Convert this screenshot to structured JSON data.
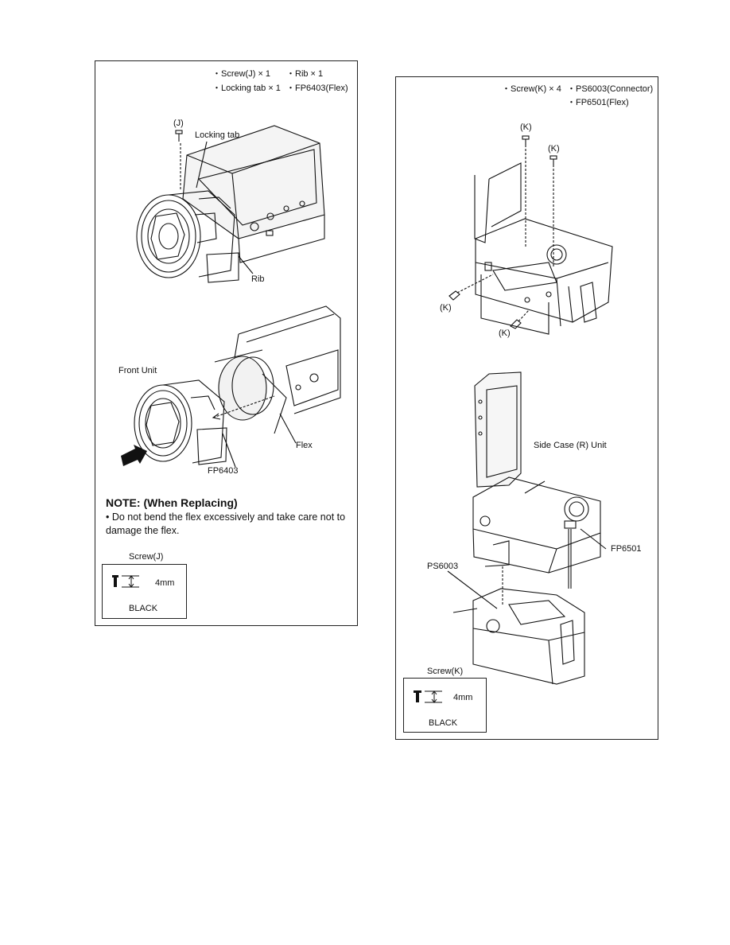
{
  "left_panel": {
    "parts": [
      "・Screw(J) × 1",
      "・Rib × 1",
      "・Locking tab × 1",
      "・FP6403(Flex)"
    ],
    "callouts": {
      "screw_j": "(J)",
      "locking_tab": "Locking tab",
      "rib": "Rib",
      "front_unit": "Front Unit",
      "flex": "Flex",
      "fp6403": "FP6403"
    },
    "note": {
      "title": "NOTE: (When Replacing)",
      "text": "• Do not bend the flex excessively and take care not to damage the flex."
    },
    "screw_spec": {
      "title": "Screw(J)",
      "length": "4mm",
      "color": "BLACK"
    }
  },
  "right_panel": {
    "parts": [
      "・Screw(K) × 4",
      "・PS6003(Connector)",
      "・FP6501(Flex)"
    ],
    "callouts": {
      "k1": "(K)",
      "k2": "(K)",
      "k3": "(K)",
      "k4": "(K)",
      "side_case": "Side Case (R) Unit",
      "fp6501": "FP6501",
      "ps6003": "PS6003"
    },
    "screw_spec": {
      "title": "Screw(K)",
      "length": "4mm",
      "color": "BLACK"
    }
  }
}
